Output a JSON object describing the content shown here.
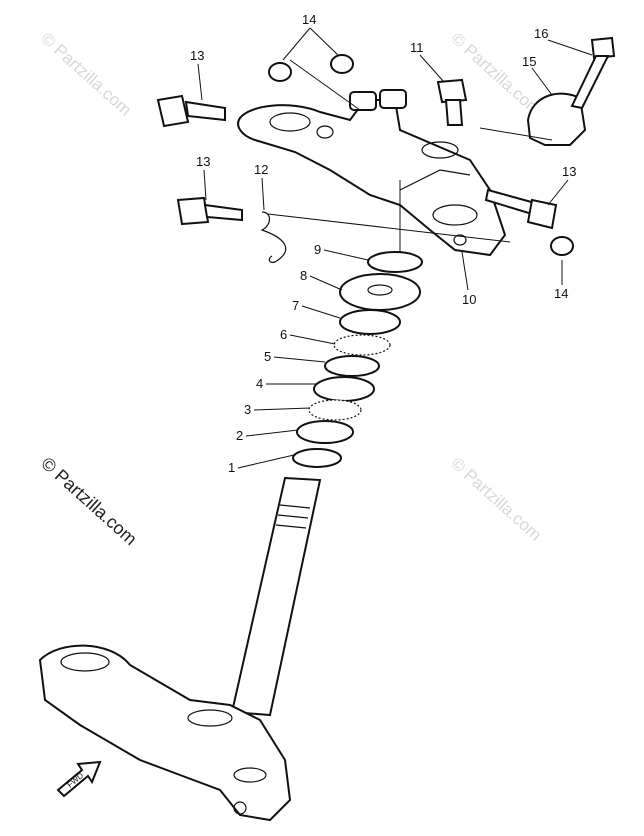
{
  "watermarks": [
    {
      "text": "© Partzilla.com"
    },
    {
      "text": "© Partzilla.com"
    },
    {
      "text": "© Partzilla.com"
    },
    {
      "text": "© Partzilla.com"
    }
  ],
  "callouts": [
    "1",
    "2",
    "3",
    "4",
    "5",
    "6",
    "7",
    "8",
    "9",
    "10",
    "11",
    "12",
    "13",
    "13",
    "13",
    "14",
    "14",
    "15",
    "16"
  ],
  "fwd_label": "FWD",
  "colors": {
    "line": "#111111",
    "watermark": "#d8d8d8",
    "background": "#ffffff"
  }
}
